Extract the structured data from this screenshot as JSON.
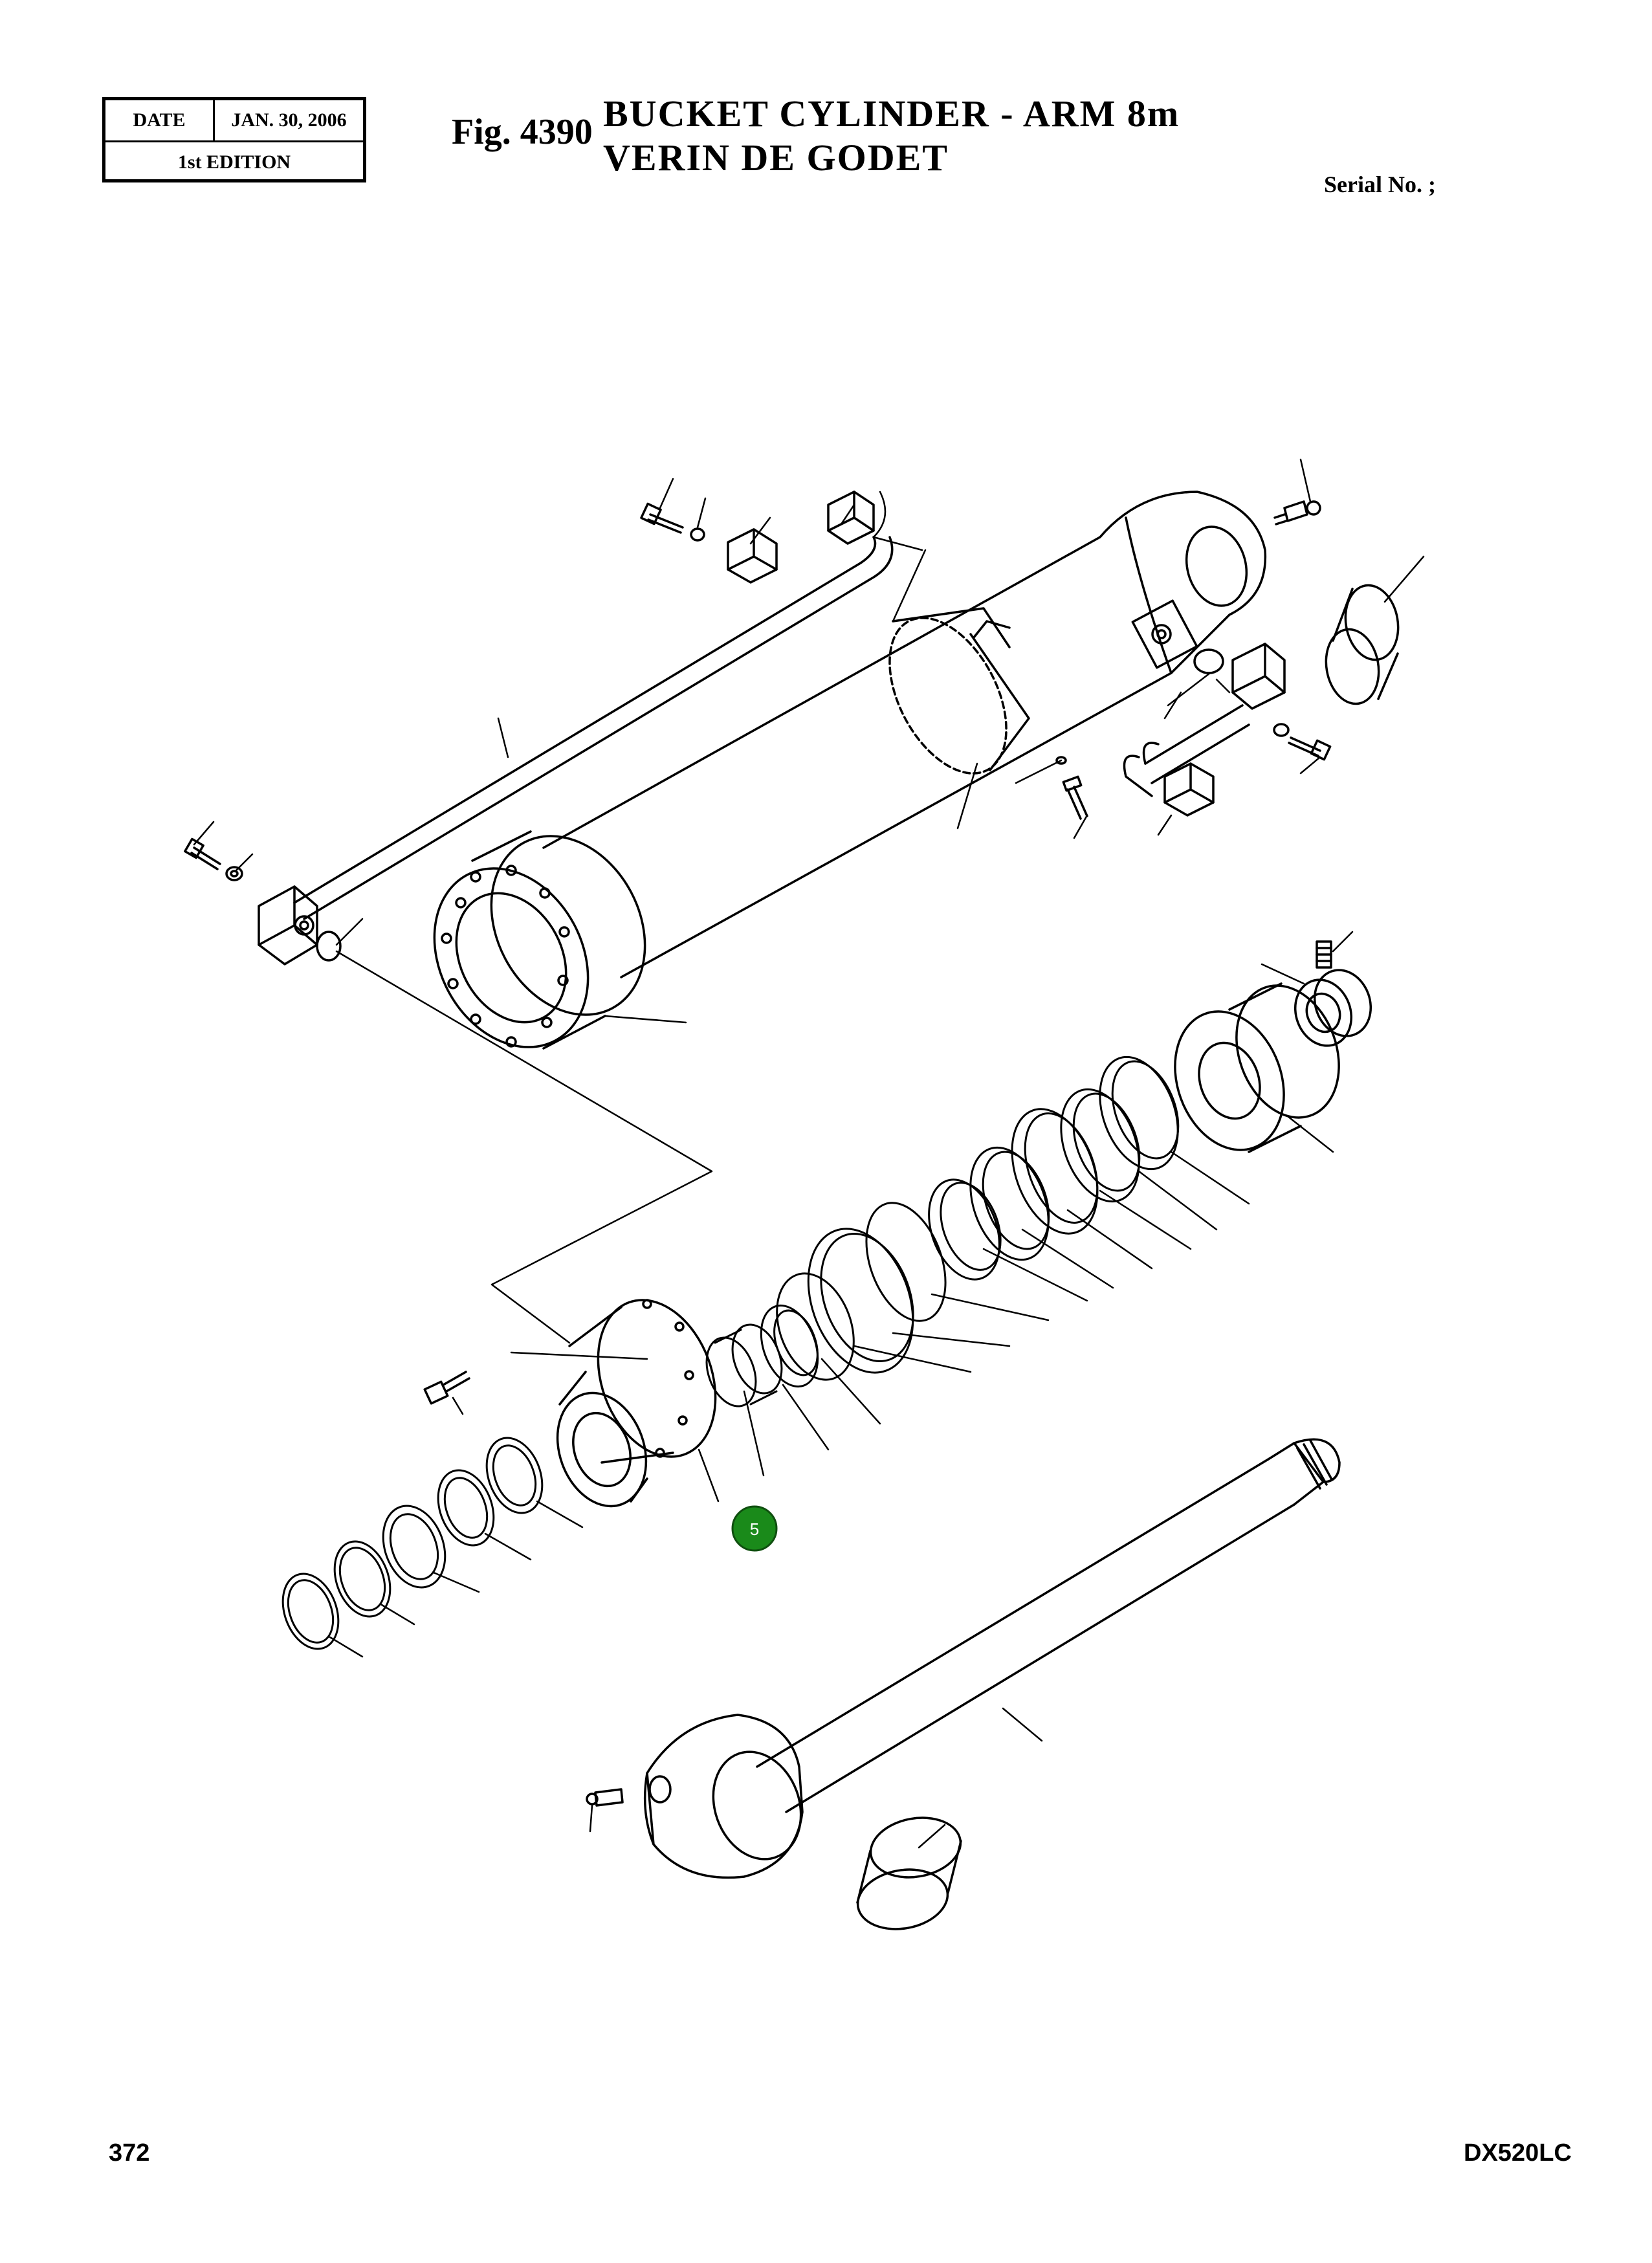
{
  "header": {
    "date_label": "DATE",
    "date_value": "JAN. 30, 2006",
    "edition": "1st EDITION",
    "fig_label": "Fig. 4390",
    "title_en": "BUCKET CYLINDER - ARM 8m",
    "title_fr": "VERIN DE GODET",
    "serial_label": "Serial No. ;"
  },
  "footer": {
    "page_number": "372",
    "model": "DX520LC"
  },
  "callouts": [
    {
      "id": "callout-5",
      "label": "5",
      "color": "#1a8a1a"
    }
  ]
}
